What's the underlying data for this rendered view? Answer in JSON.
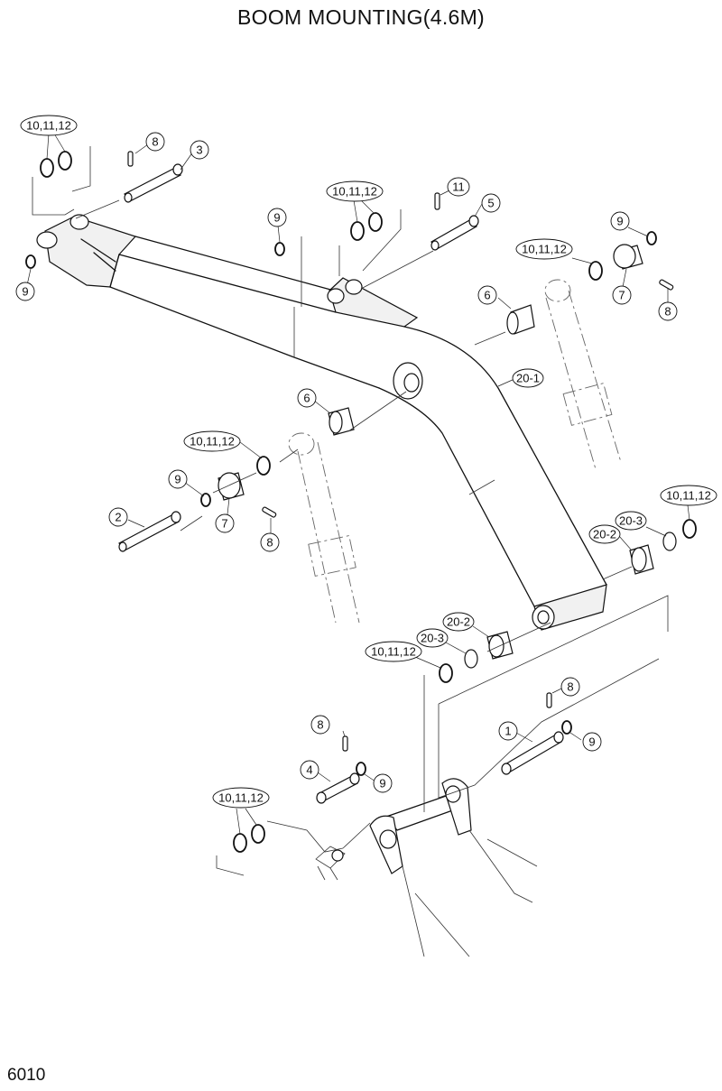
{
  "title": "BOOM MOUNTING(4.6M)",
  "page_code": "6010",
  "callouts": {
    "c01": "10,11,12",
    "c02": "8",
    "c03": "3",
    "c04": "9",
    "c05": "10,11,12",
    "c06": "11",
    "c07": "5",
    "c08": "9",
    "c09": "9",
    "c10": "10,11,12",
    "c11": "7",
    "c12": "8",
    "c13": "6",
    "c14": "20-1",
    "c15": "6",
    "c16": "10,11,12",
    "c17": "9",
    "c18": "2",
    "c19": "7",
    "c20": "8",
    "c21": "10,11,12",
    "c22": "20-3",
    "c23": "20-2",
    "c24": "20-2",
    "c25": "20-3",
    "c26": "10,11,12",
    "c27": "8",
    "c28": "8",
    "c29": "1",
    "c30": "9",
    "c31": "4",
    "c32": "9",
    "c33": "10,11,12"
  }
}
